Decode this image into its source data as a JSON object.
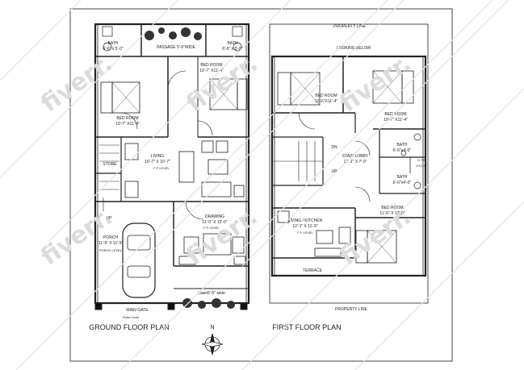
{
  "ground_floor": {
    "title": "GROUND FLOOR PLAN",
    "rooms": {
      "bath1": {
        "name": "BATH",
        "dim": "6'-6\" x 5'-0\""
      },
      "passage": {
        "name": "PASSAGE 5'-0\"WIDE"
      },
      "bath2": {
        "name": "BATH",
        "dim": "6'-6\" x 5'-0\""
      },
      "bed_upper": {
        "name": "BED ROOM",
        "dim": "10'-7\" X11'-4\""
      },
      "bed_left": {
        "name": "BED ROOM",
        "dim": "10'-7\" X11'-4\""
      },
      "living": {
        "name": "LIVING",
        "dim": "16'-7\" X 10'-7\""
      },
      "store": {
        "name": "STORE"
      },
      "drawing": {
        "name": "DRAWING",
        "dim": "11'-0\" X 12'-0\""
      },
      "porch": {
        "name": "PORCH",
        "dim": "11'-9\" X 11'-9\""
      }
    },
    "up_label": "UP",
    "ff_level": "F F LEVEL",
    "porch_level": "PORCH LEVEL",
    "lawn": "Lawn5'-0\" wide",
    "main_gate": "MAIN GATE",
    "road_level": "Road Level"
  },
  "first_floor": {
    "title": "FIRST FLOOR PLAN",
    "property_line_top": "PROPERTY LINE",
    "property_line_bottom": "PROPERTY LINE",
    "looking_below": "LOOKING BELOW",
    "rooms": {
      "bed_left": {
        "name": "BED ROOM",
        "dim": "12'-6\"X11'-4\""
      },
      "bed_right": {
        "name": "BED ROOM",
        "dim": "10'-7\" X11'-4\""
      },
      "bath_upper": {
        "name": "BATH",
        "dim": "6'-6\"x4'-0\""
      },
      "dts": {
        "name": "D.T.S",
        "dim": "2'X1'-6\""
      },
      "bath_lower": {
        "name": "BATH",
        "dim": "6'-6\"x4'-0\""
      },
      "stair_lobby": {
        "name": "STAIR LOBBY",
        "dim": "17'-1\" X 7'-0\""
      },
      "bed_lower": {
        "name": "BED ROOM",
        "dim": "11'-6\" X 12'-0\""
      },
      "living_kitchen": {
        "name": "LIVING / KITCHEN",
        "dim": "12'-1\" X 11'-9\""
      },
      "terrace": {
        "name": "TERRACE"
      }
    },
    "dn_label": "DN",
    "up_label": "UP",
    "ff_level": "F F LEVEL"
  },
  "north_label": "N",
  "watermark": "fiverr."
}
